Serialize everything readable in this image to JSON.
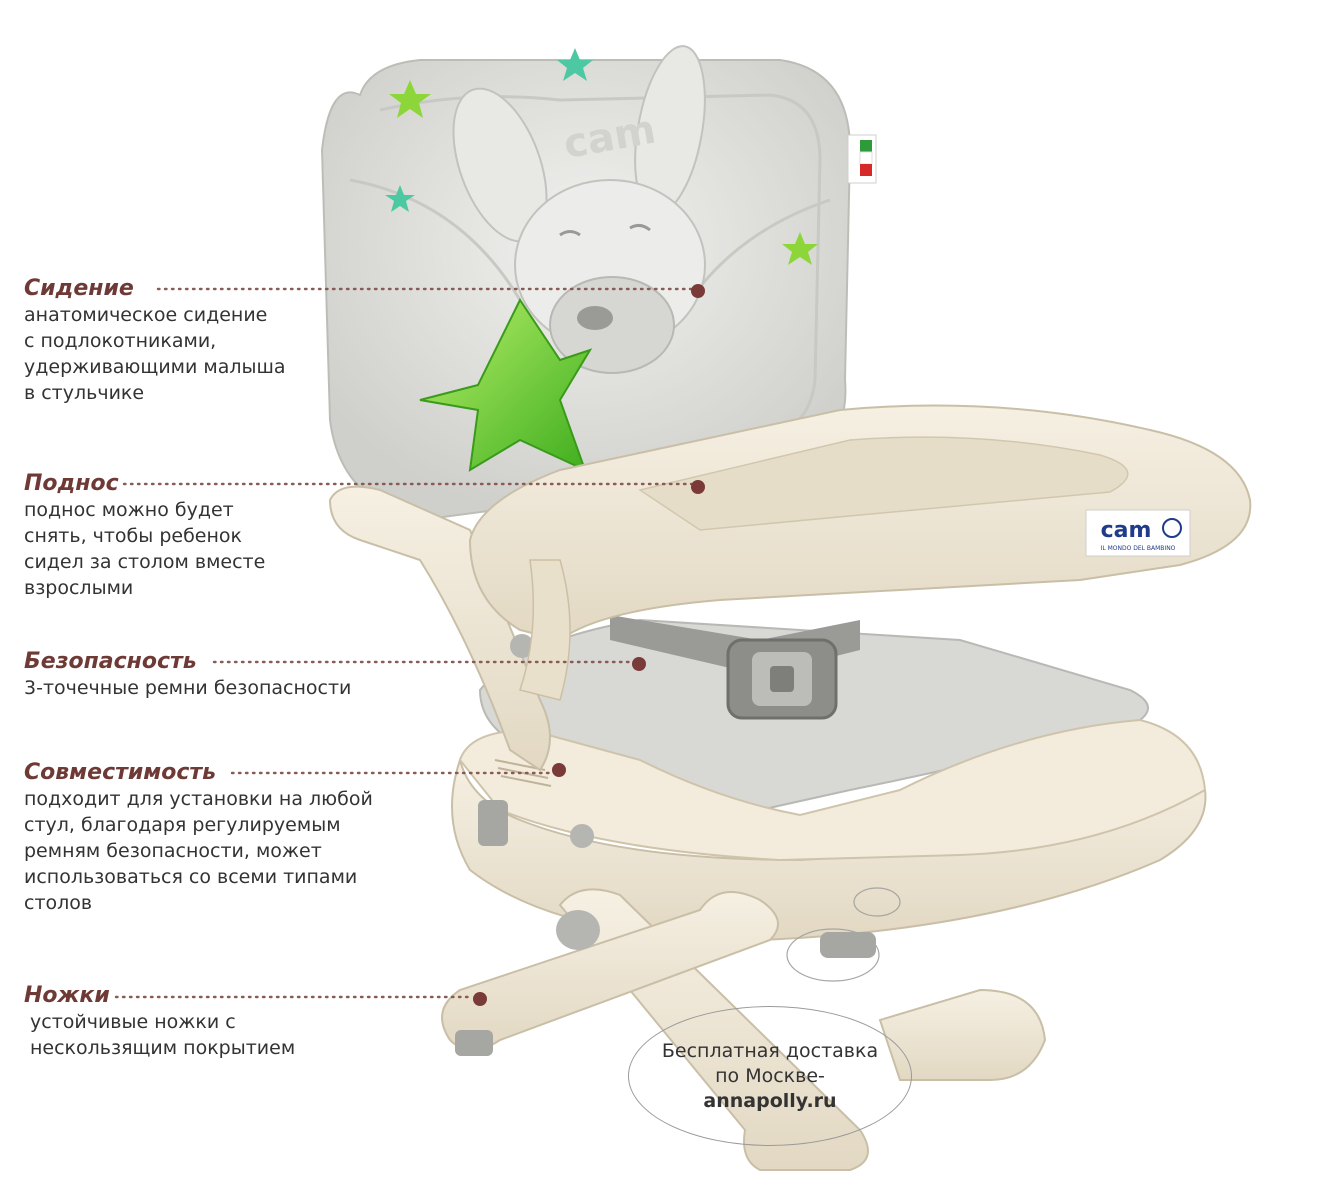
{
  "features": [
    {
      "title": "Сидение",
      "desc": "анатомическое сидение\nс подлокотниками,\nудерживающими малыша\nв стульчике"
    },
    {
      "title": "Поднос",
      "desc": "поднос можно будет\nснять, чтобы ребенок\nсидел за столом вместе\nвзрослыми"
    },
    {
      "title": "Безопасность",
      "desc": "3-точечные ремни безопасности"
    },
    {
      "title": "Совместимость",
      "desc": " подходит для установки на любой\nстул, благодаря регулируемым\nремням безопасности, может\nиспользоваться со всеми типами\nстолов"
    },
    {
      "title": "Ножки",
      "desc": "устойчивые ножки с\nнескользящим покрытием"
    }
  ],
  "delivery": {
    "line1": "Бесплатная доставка",
    "line2": "по Москве-",
    "site": "annapolly.ru"
  },
  "brand": {
    "logo": "cam",
    "tagline": "IL MONDO DEL BAMBINO"
  },
  "colors": {
    "title": "#6e3a36",
    "dot": "#7a3a38",
    "leader": "#8a5a55",
    "chair": "#efe7d6",
    "cushion": "#dcdcd8",
    "star_green": "#7cd13a"
  }
}
